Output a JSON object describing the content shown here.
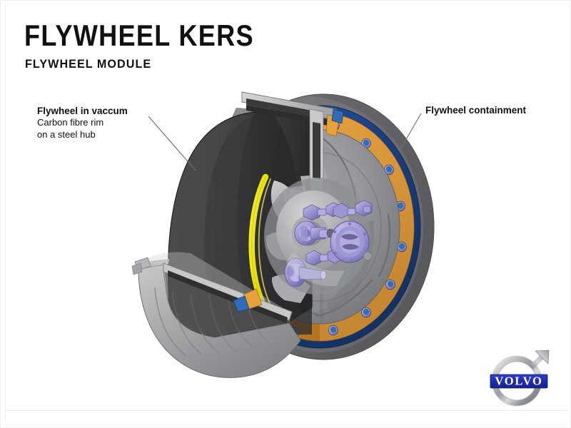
{
  "slide": {
    "background_color": "#ffffff",
    "title": "FLYWHEEL KERS",
    "subtitle": "FLYWHEEL MODULE"
  },
  "callouts": [
    {
      "id": "flywheel-in-vacuum",
      "heading": "Flywheel in vaccum",
      "line1": "Carbon fibre rim",
      "line2": "on a steel hub"
    },
    {
      "id": "flywheel-containment",
      "heading": "Flywheel containment"
    }
  ],
  "illustration": {
    "name": "flywheel-module-cutaway",
    "description": "Cutaway CAD render of a flywheel KERS module",
    "colors": {
      "carbon_rim_dark": "#3b3b3d",
      "carbon_rim_darker": "#2b2b2d",
      "housing_grey": "#9a9a9c",
      "housing_light": "#c9cacc",
      "containment_rim": "#6e6e70",
      "flange_orange": "#d8912f",
      "ring_blue": "#1d3f80",
      "inner_ring_yellow": "#e9e200",
      "fitting_purple": "#9790cf",
      "bolt_blue": "#2a63a8",
      "leader_line": "#6e6e6e"
    }
  },
  "logo": {
    "brand": "VOLVO",
    "wordmark": "VOLVO",
    "band_color": "#1f2fb5",
    "ring_color": "#b9bcc0",
    "text_color": "#ffffff"
  }
}
